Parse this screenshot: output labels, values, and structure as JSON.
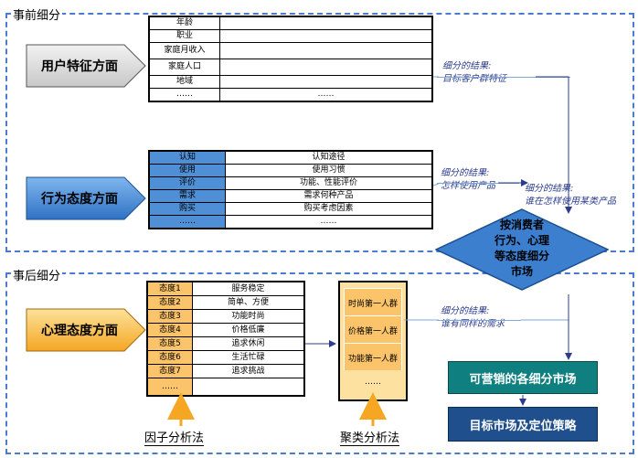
{
  "sections": {
    "pre": "事前细分",
    "post": "事后细分"
  },
  "user_traits": {
    "label": "用户特征方面",
    "rows": [
      "年龄",
      "职业",
      "家庭月收入",
      "家庭人口",
      "地域"
    ],
    "more_left": "……",
    "more_right": "……"
  },
  "behavior": {
    "label": "行为态度方面",
    "rows": [
      [
        "认知",
        "认知途径"
      ],
      [
        "使用",
        "使用习惯"
      ],
      [
        "评价",
        "功能、性能评价"
      ],
      [
        "需求",
        "需求何种产品"
      ],
      [
        "购买",
        "购买考虑因素"
      ]
    ],
    "more_left": "……",
    "more_right": "……"
  },
  "psych": {
    "label": "心理态度方面",
    "rows": [
      [
        "态度1",
        "服务稳定"
      ],
      [
        "态度2",
        "简单、方便"
      ],
      [
        "态度3",
        "功能时尚"
      ],
      [
        "态度4",
        "价格低廉"
      ],
      [
        "态度5",
        "追求休闲"
      ],
      [
        "态度6",
        "生活忙碌"
      ],
      [
        "态度7",
        "追求挑战"
      ]
    ],
    "more_left": "……"
  },
  "clusters": {
    "items": [
      "时尚第一人群",
      "价格第一人群",
      "功能第一人群"
    ],
    "more": "……"
  },
  "notes": {
    "n1_line1": "细分的结果:",
    "n1_line2": "目标客户群特征",
    "n2_line1": "细分的结果:",
    "n2_line2": "怎样使用产品",
    "n3_line1": "细分的结果:",
    "n3_line2": "谁在怎样使用某类产品",
    "n4_line1": "细分的结果:",
    "n4_line2": "谁有同样的需求"
  },
  "diamond": {
    "line1": "按消费者",
    "line2": "行为、心理",
    "line3": "等态度细分",
    "line4": "市场"
  },
  "markets": {
    "segments": "可营销的各细分市场",
    "targeting": "目标市场及定位策略"
  },
  "methods": {
    "factor": "因子分析法",
    "cluster": "聚类分析法"
  },
  "colors": {
    "dashed_border": "#4a7bd0",
    "blue_fill": "#4f8fd6",
    "orange": "#f5a623",
    "green": "#0f7f7f",
    "navy": "#1f4f8c"
  }
}
